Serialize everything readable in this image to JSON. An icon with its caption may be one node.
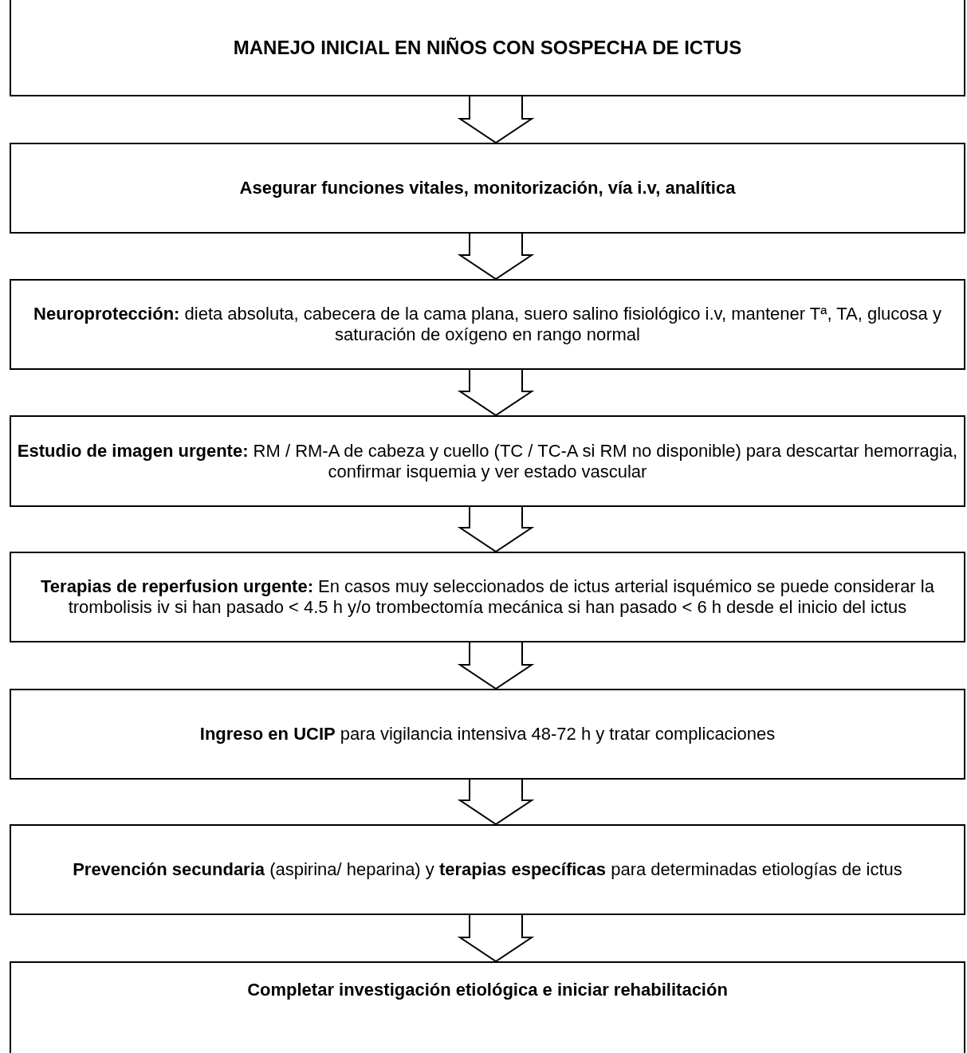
{
  "diagram": {
    "nodes": [
      {
        "text": [
          "MANEJO INICIAL EN NIÑOS CON SOSPECHA DE ICTUS"
        ]
      },
      {
        "text": [
          "Asegurar funciones vitales, monitorización, vía i.v, analítica"
        ]
      },
      {
        "text": [
          "**Neuroprotección:** dieta absoluta, cabecera de la cama plana, suero salino fisiológico i.v, mantener Tª, TA,  glucosa y saturación de oxígeno en rango normal"
        ]
      },
      {
        "text": [
          "**Estudio de imagen urgente:** RM / RM-A de cabeza y cuello (TC / TC-A si RM no disponible) para descartar hemorragia, confirmar isquemia y ver estado vascular"
        ]
      },
      {
        "text": [
          "**Terapias de reperfusion urgente:** En casos muy seleccionados de ictus arterial isquémico se puede considerar la trombolisis iv si han pasado < 4.5 h y/o trombectomía mecánica  si han pasado < 6 h desde el inicio del ictus"
        ]
      },
      {
        "text": [
          "**Ingreso en UCIP** para vigilancia intensiva 48-72 h y tratar complicaciones"
        ]
      },
      {
        "text": [
          "**Prevención secundaria** (aspirina/ heparina) y **terapias específicas** para determinadas etiologías de ictus"
        ]
      },
      {
        "text": [
          "Completar investigación etiológica e iniciar rehabilitación"
        ]
      }
    ],
    "edges": [
      {
        "from": 0,
        "to": 1,
        "arrow": "to"
      },
      {
        "from": 1,
        "to": 2,
        "arrow": "to"
      },
      {
        "from": 2,
        "to": 3,
        "arrow": "to"
      },
      {
        "from": 3,
        "to": 4,
        "arrow": "to"
      },
      {
        "from": 4,
        "to": 5,
        "arrow": "to"
      },
      {
        "from": 5,
        "to": 6,
        "arrow": "to"
      },
      {
        "from": 6,
        "to": 7,
        "arrow": "to"
      }
    ]
  }
}
